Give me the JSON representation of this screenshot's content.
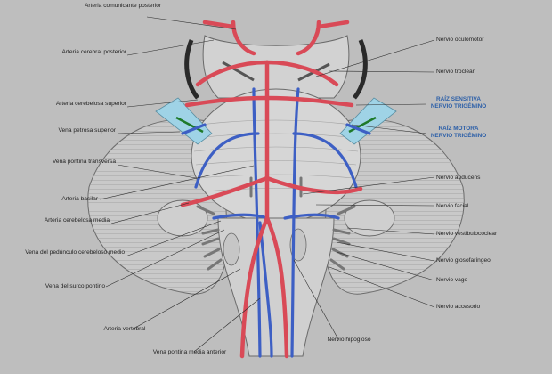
{
  "labels": {
    "arteria_comunicante_posterior": "Arteria comunicante posterior",
    "arteria_cerebral_posterior": "Arteria cerebral posterior",
    "arteria_cerebelosa_superior": "Arteria cerebelosa superior",
    "vena_petrosa_superior": "Vena petrosa superior",
    "vena_pontina_transversa": "Vena pontina transversa",
    "arteria_basilar": "Arteria basilar",
    "arteria_cerebelosa_media": "Arteria cerebelosa media",
    "vena_pedunculo": "Vena del pedúnculo cerebeloso medio",
    "vena_surco_pontino": "Vena del surco pontino",
    "arteria_vertebral": "Arteria vertebral",
    "vena_pontina_media_anterior": "Vena pontina media anterior",
    "nervio_hipogloso": "Nervio hipogloso",
    "nervio_oculomotor": "Nervio oculomotor",
    "nervio_troclear": "Nervio troclear",
    "raiz_sensitiva": "RAÍZ SENSITIVA NERVIO TRIGÉMINO",
    "raiz_motora": "RAÍZ MOTORA NERVIO TRIGÉMINO",
    "nervio_abducens": "Nervio abducens",
    "nervio_facial": "Nervio facial",
    "nervio_vestibulococlear": "Nervio vestibulococlear",
    "nervio_glosofaringeo": "Nervio glosofaríngeo",
    "nervio_vago": "Nervio vago",
    "nervio_accesorio": "Nervio accesorio"
  },
  "colors": {
    "artery": "#d94a57",
    "vein": "#3d5fc4",
    "trigeminal_root": "#9fd3e6",
    "motor_root": "#1e7a2a",
    "label_text": "#1f1f1f",
    "trigeminal_label": "#2c5fa8"
  }
}
